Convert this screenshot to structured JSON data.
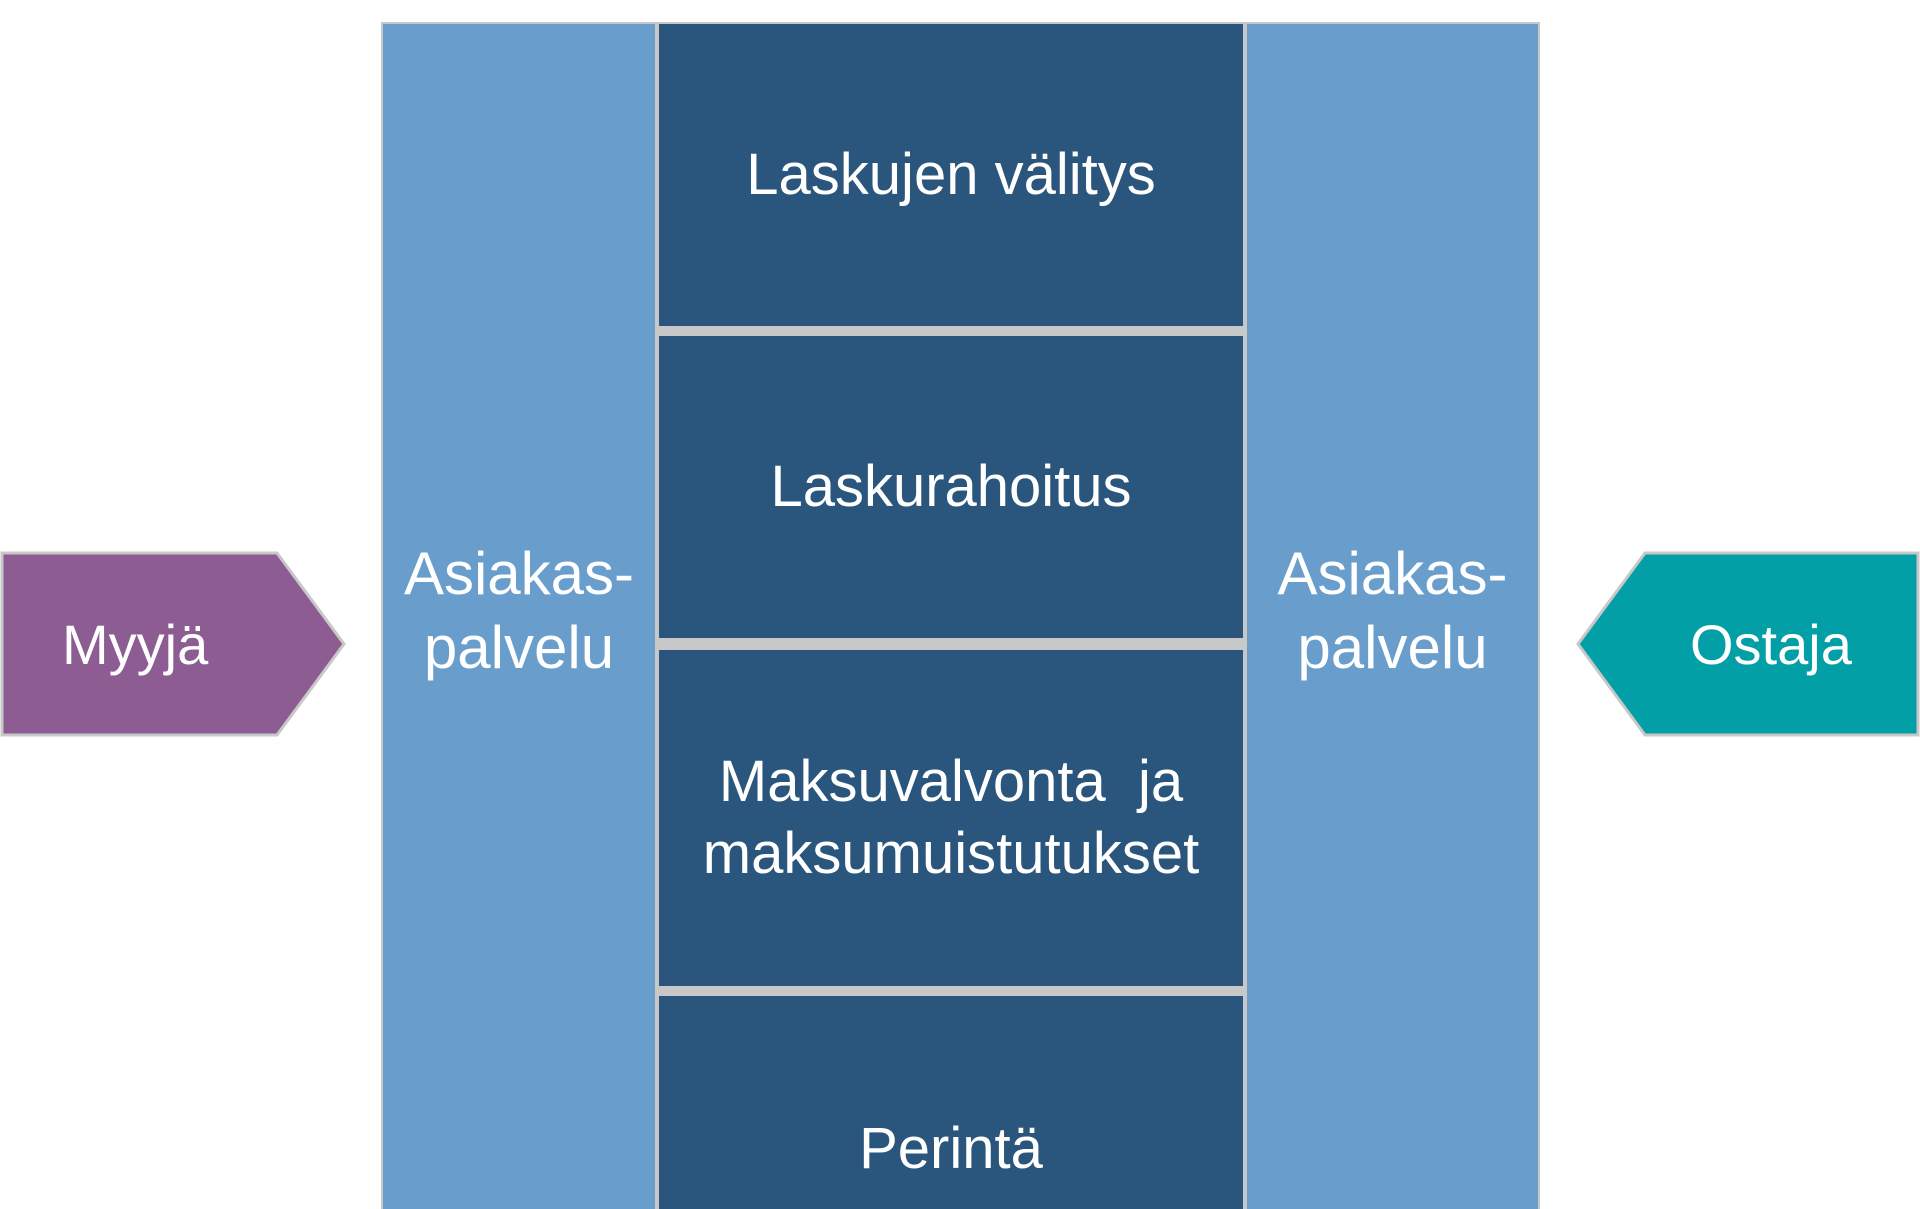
{
  "seller": {
    "label": "Myyjä",
    "color": "#8c5c93"
  },
  "buyer": {
    "label": "Ostaja",
    "color": "#039fa6"
  },
  "left_column": {
    "line1": "Asiakas-",
    "line2": "palvelu",
    "color": "#689dcc"
  },
  "right_column": {
    "line1": "Asiakas-",
    "line2": "palvelu",
    "color": "#689dcc"
  },
  "center_boxes": {
    "color": "#2a557c",
    "invoice_delivery": "Laskujen välitys",
    "invoice_financing": "Laskurahoitus",
    "payment_monitoring_line1": "Maksuvalvonta  ja",
    "payment_monitoring_line2": "maksumuistutukset",
    "collection": "Perintä"
  }
}
